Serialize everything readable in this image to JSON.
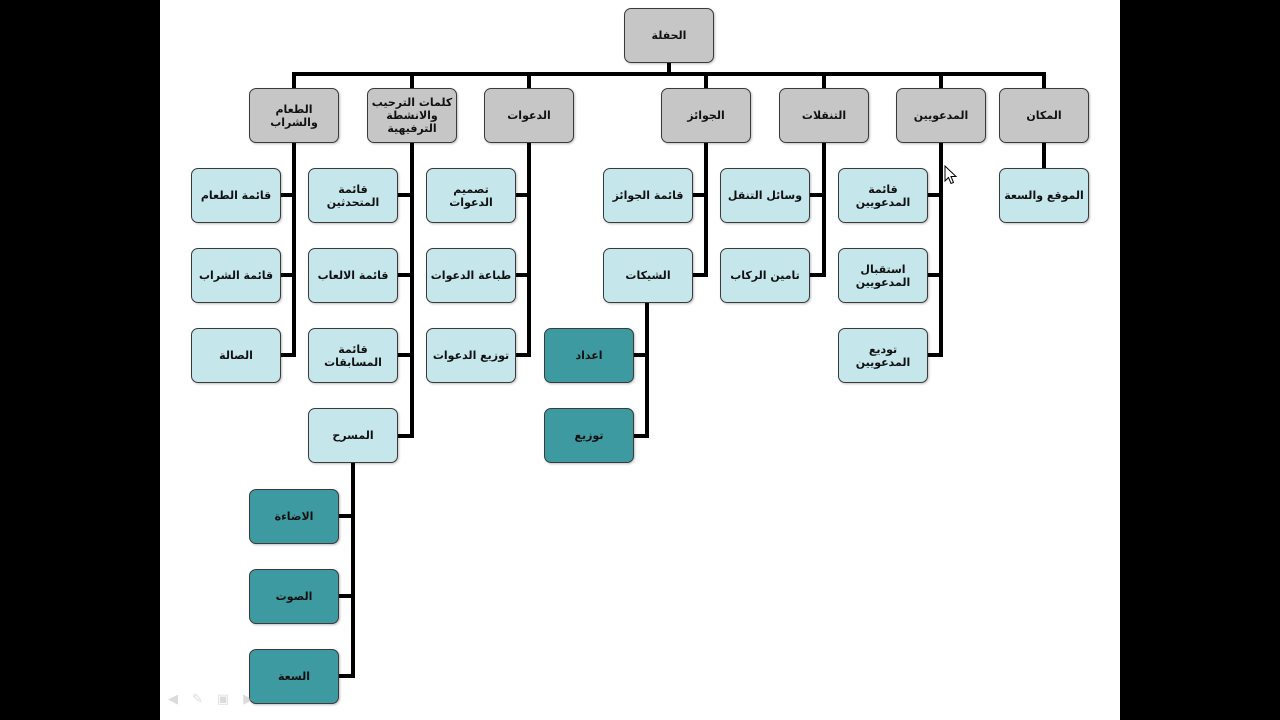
{
  "chart": {
    "root": "الحفلة",
    "categories": {
      "venue": "المكان",
      "guests": "المدعويين",
      "transport": "التنقلات",
      "prizes": "الجوائز",
      "invitations": "الدعوات",
      "welcome": "كلمات الترحيب والانشطة الترفيهية",
      "food": "الطعام والشراب"
    },
    "venue_items": [
      "الموقع والسعة"
    ],
    "guests_items": [
      "قائمة المدعويين",
      "استقبال المدعويين",
      "توديع المدعويين"
    ],
    "transport_items": [
      "وسائل التنقل",
      "تامين الركاب"
    ],
    "prizes_items": [
      "قائمة الجوائز",
      "الشيكات"
    ],
    "checks_items": [
      "اعداد",
      "توزيع"
    ],
    "invitations_items": [
      "تصميم الدعوات",
      "طباعة الدعوات",
      "توزيع الدعوات"
    ],
    "welcome_items": [
      "قائمة المتحدثين",
      "قائمة الالعاب",
      "قائمة المسابقات",
      "المسرح"
    ],
    "stage_items": [
      "الاضاءة",
      "الصوت",
      "السعة"
    ],
    "food_items": [
      "قائمة الطعام",
      "قائمة الشراب",
      "الصالة"
    ]
  },
  "colors": {
    "header_fill": "#c6c6c6",
    "leaf_fill": "#c5e6eb",
    "dark_leaf_fill": "#3d9aa0",
    "connector": "#000000"
  },
  "icons": [
    "mouse-cursor-icon",
    "arrow-icon",
    "pen-icon",
    "slides-icon",
    "menu-icon"
  ]
}
